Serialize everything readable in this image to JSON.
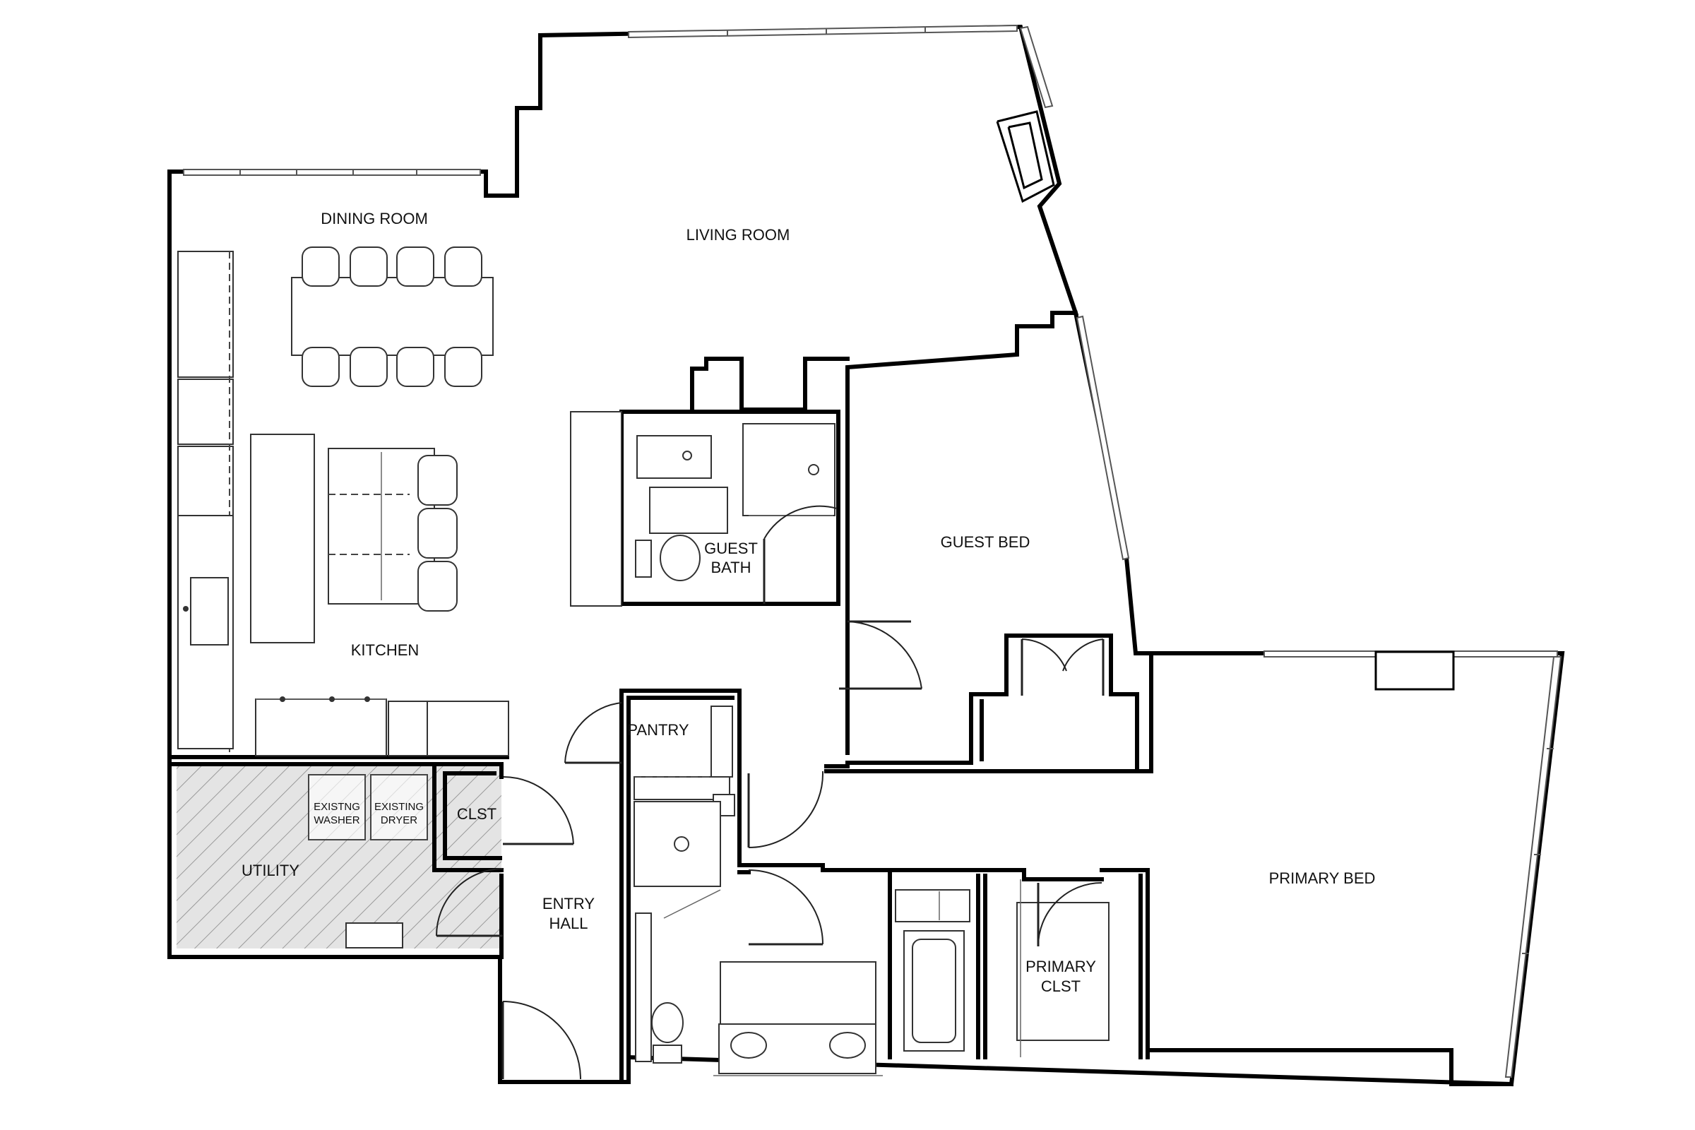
{
  "rooms": {
    "dining_room": "DINING ROOM",
    "living_room": "LIVING ROOM",
    "guest_bath_line1": "GUEST",
    "guest_bath_line2": "BATH",
    "guest_bed": "GUEST BED",
    "kitchen": "KITCHEN",
    "pantry": "PANTRY",
    "utility": "UTILITY",
    "closet": "CLST",
    "entry_hall_line1": "ENTRY",
    "entry_hall_line2": "HALL",
    "primary_bed": "PRIMARY BED",
    "primary_closet_line1": "PRIMARY",
    "primary_closet_line2": "CLST"
  },
  "appliances": {
    "washer_line1": "EXISTNG",
    "washer_line2": "WASHER",
    "dryer_line1": "EXISTING",
    "dryer_line2": "DRYER"
  },
  "colors": {
    "wall": "#000000",
    "utility_hatch": "#d6d6d6",
    "background": "#ffffff"
  }
}
